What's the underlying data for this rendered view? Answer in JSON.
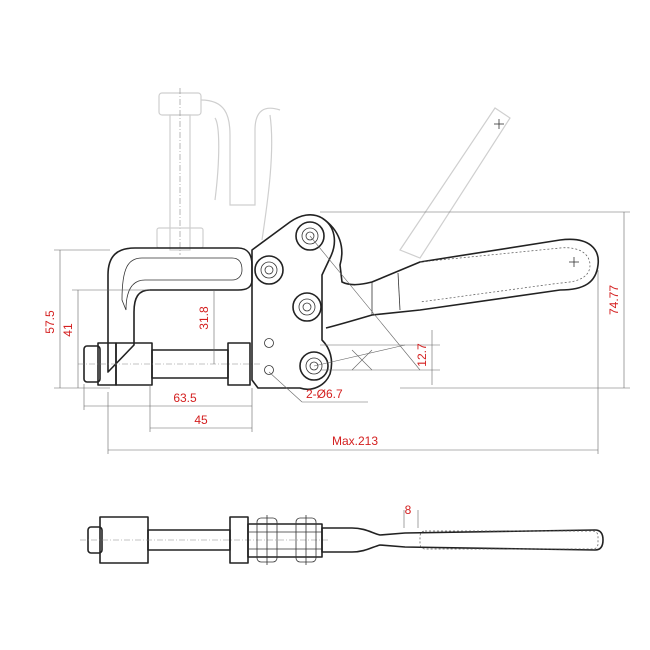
{
  "dimensions": {
    "height_57_5": "57.5",
    "height_41": "41",
    "height_31_8": "31.8",
    "offset_12_7": "12.7",
    "height_74_77": "74.77",
    "width_63_5": "63.5",
    "width_45": "45",
    "holes": "2-Ø6.7",
    "max_length": "Max.213",
    "thickness_8": "8"
  },
  "colors": {
    "dimension_text": "#d42020",
    "outline": "#222222",
    "ghost": "#cfcfcf"
  }
}
